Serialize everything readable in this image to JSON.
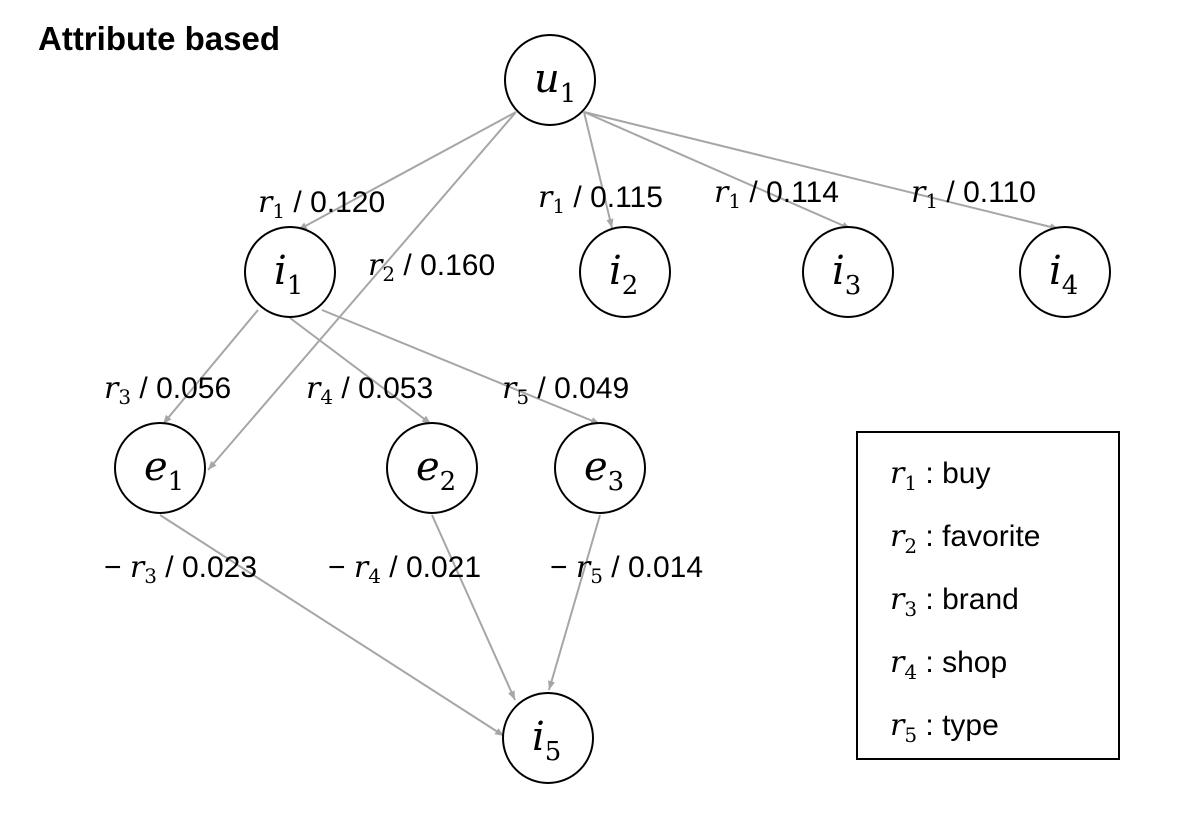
{
  "title": "Attribute based",
  "nodes": [
    {
      "id": "u1",
      "var": "u",
      "sub": "1"
    },
    {
      "id": "i1",
      "var": "i",
      "sub": "1"
    },
    {
      "id": "i2",
      "var": "i",
      "sub": "2"
    },
    {
      "id": "i3",
      "var": "i",
      "sub": "3"
    },
    {
      "id": "i4",
      "var": "i",
      "sub": "4"
    },
    {
      "id": "e1",
      "var": "e",
      "sub": "1"
    },
    {
      "id": "e2",
      "var": "e",
      "sub": "2"
    },
    {
      "id": "e3",
      "var": "e",
      "sub": "3"
    },
    {
      "id": "i5",
      "var": "i",
      "sub": "5"
    }
  ],
  "edges": [
    {
      "from": "u1",
      "to": "i1",
      "neg": false,
      "rel": "1",
      "value": "0.120"
    },
    {
      "from": "u1",
      "to": "e1",
      "neg": false,
      "rel": "2",
      "value": "0.160"
    },
    {
      "from": "u1",
      "to": "i2",
      "neg": false,
      "rel": "1",
      "value": "0.115"
    },
    {
      "from": "u1",
      "to": "i3",
      "neg": false,
      "rel": "1",
      "value": "0.114"
    },
    {
      "from": "u1",
      "to": "i4",
      "neg": false,
      "rel": "1",
      "value": "0.110"
    },
    {
      "from": "i1",
      "to": "e1",
      "neg": false,
      "rel": "3",
      "value": "0.056"
    },
    {
      "from": "i1",
      "to": "e2",
      "neg": false,
      "rel": "4",
      "value": "0.053"
    },
    {
      "from": "i1",
      "to": "e3",
      "neg": false,
      "rel": "5",
      "value": "0.049"
    },
    {
      "from": "e1",
      "to": "i5",
      "neg": true,
      "rel": "3",
      "value": "0.023"
    },
    {
      "from": "e2",
      "to": "i5",
      "neg": true,
      "rel": "4",
      "value": "0.021"
    },
    {
      "from": "e3",
      "to": "i5",
      "neg": true,
      "rel": "5",
      "value": "0.014"
    }
  ],
  "legend": [
    {
      "rel": "1",
      "name": "buy"
    },
    {
      "rel": "2",
      "name": "favorite"
    },
    {
      "rel": "3",
      "name": "brand"
    },
    {
      "rel": "4",
      "name": "shop"
    },
    {
      "rel": "5",
      "name": "type"
    }
  ],
  "colors": {
    "edge": "#a6a6a6",
    "stroke": "#000000",
    "text": "#000000"
  }
}
